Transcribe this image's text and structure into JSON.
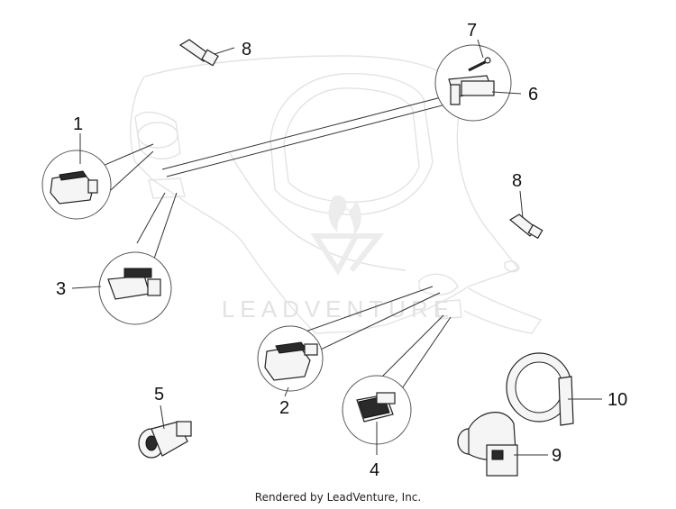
{
  "diagram": {
    "callouts": [
      {
        "id": "c1",
        "label": "1"
      },
      {
        "id": "c2",
        "label": "2"
      },
      {
        "id": "c3",
        "label": "3"
      },
      {
        "id": "c4",
        "label": "4"
      },
      {
        "id": "c5",
        "label": "5"
      },
      {
        "id": "c6",
        "label": "6"
      },
      {
        "id": "c7",
        "label": "7"
      },
      {
        "id": "c8a",
        "label": "8"
      },
      {
        "id": "c8b",
        "label": "8"
      },
      {
        "id": "c9",
        "label": "9"
      },
      {
        "id": "c10",
        "label": "10"
      }
    ],
    "watermark": "LEADVENTURE",
    "footer": "Rendered by LeadVenture, Inc."
  }
}
